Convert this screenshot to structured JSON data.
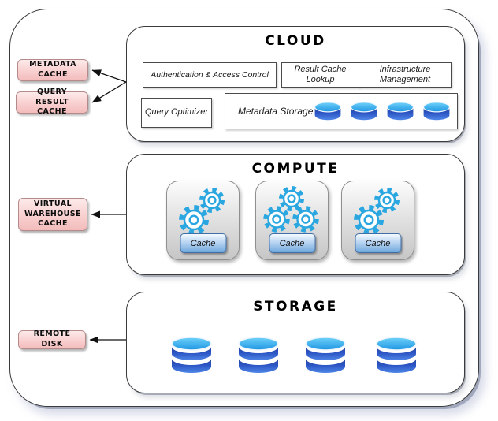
{
  "left_labels": {
    "metadata_cache": "METADATA CACHE",
    "query_result_cache": "QUERY RESULT CACHE",
    "virtual_warehouse_cache": "VIRTUAL WAREHOUSE CACHE",
    "remote_disk": "REMOTE DISK"
  },
  "cloud": {
    "title": "CLOUD",
    "auth_label": "Authentication & Access Control",
    "result_cache_label": "Result Cache Lookup",
    "infrastructure_label": "Infrastructure Management",
    "query_optimizer_label": "Query Optimizer",
    "metadata_storage_label": "Metadata Storage",
    "metadata_database_count": 4
  },
  "compute": {
    "title": "COMPUTE",
    "warehouses": [
      {
        "cache_label": "Cache",
        "gear_count": 2
      },
      {
        "cache_label": "Cache",
        "gear_count": 3
      },
      {
        "cache_label": "Cache",
        "gear_count": 2
      }
    ]
  },
  "storage": {
    "title": "STORAGE",
    "database_stack_count": 4
  },
  "colors": {
    "label_pink_fill": "#f8cdcd",
    "label_pink_border": "#b48a8a",
    "gear_blue": "#2aa7e0",
    "db_top_blue": "#35aef0",
    "db_body_blue": "#2c55c4",
    "cache_button_blue": "#6fa8dc",
    "section_border": "#3a3a3a",
    "arrow_color": "#111111"
  }
}
